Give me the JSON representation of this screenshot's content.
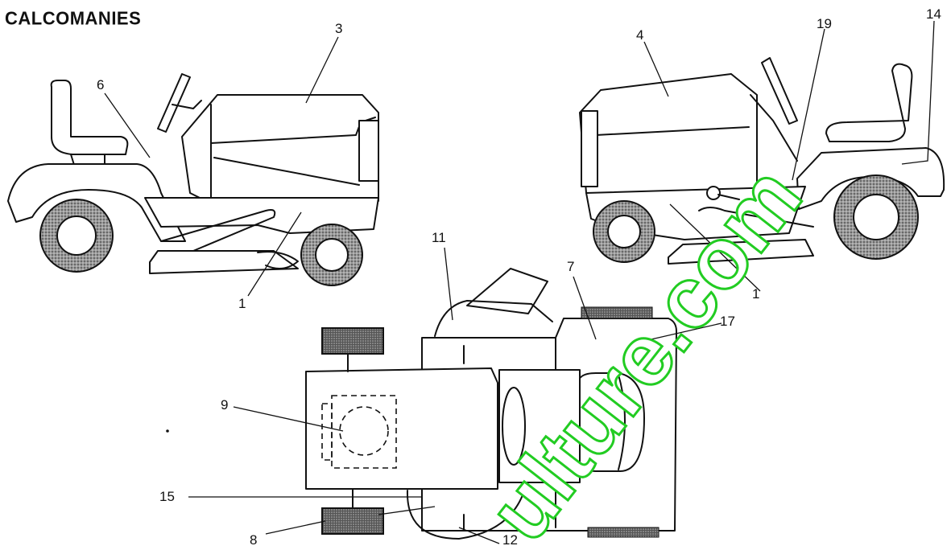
{
  "title": "CALCOMANIES",
  "callouts": {
    "c1_left": "1",
    "c3": "3",
    "c6": "6",
    "c4": "4",
    "c19": "19",
    "c14": "14",
    "c1_right": "1",
    "c11": "11",
    "c7": "7",
    "c17": "17",
    "c9": "9",
    "c15": "15",
    "c8": "8",
    "c12": "12"
  },
  "watermark": {
    "text": "ulture.com",
    "color": "#22cc22"
  }
}
